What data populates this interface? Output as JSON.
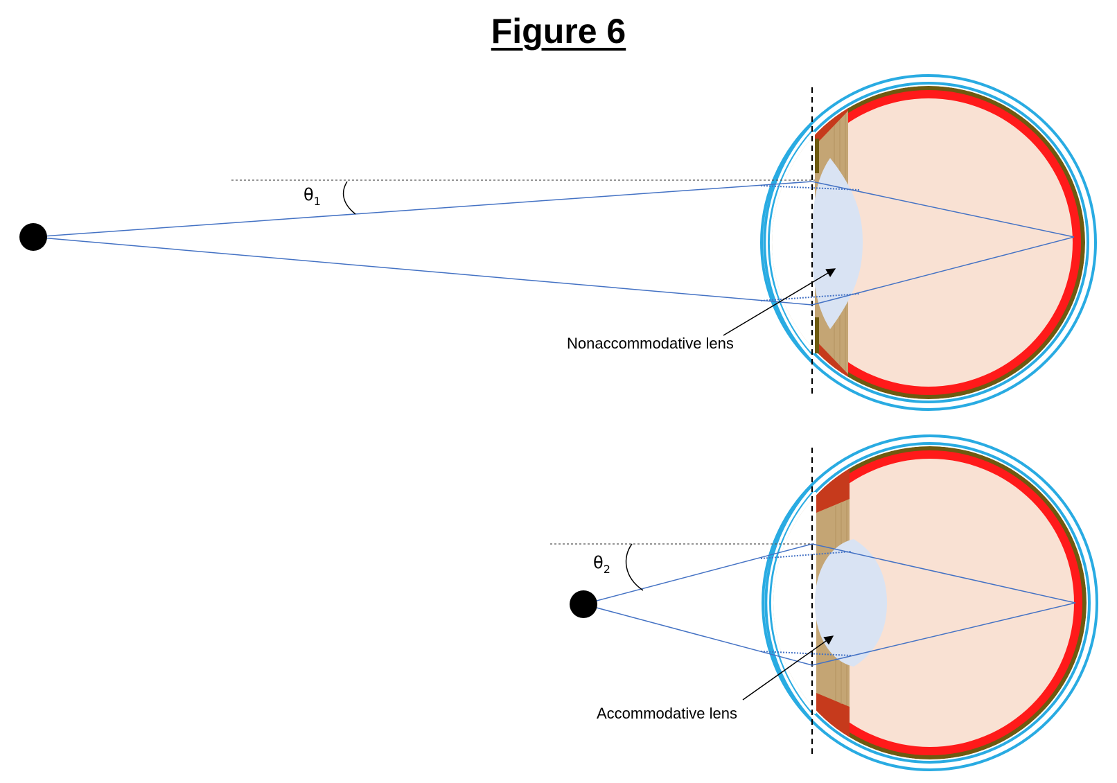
{
  "title": "Figure 6",
  "colors": {
    "sclera_outline": "#29abe2",
    "retina": "#ff1a1a",
    "choroid": "#6e5a10",
    "vitreous": "#f9e1d3",
    "ciliary_body": "#c4a574",
    "ciliary_muscle_contracted": "#c63a1c",
    "iris": "#6e5a10",
    "lens": "#d9e3f3",
    "light_ray": "#4472c4",
    "object": "#000000"
  },
  "panels": [
    {
      "angle_symbol": "θ",
      "angle_subscript": "1",
      "lens_label": "Nonaccommodative lens",
      "lens_state": "flat"
    },
    {
      "angle_symbol": "θ",
      "angle_subscript": "2",
      "lens_label": "Accommodative lens",
      "lens_state": "thick"
    }
  ]
}
